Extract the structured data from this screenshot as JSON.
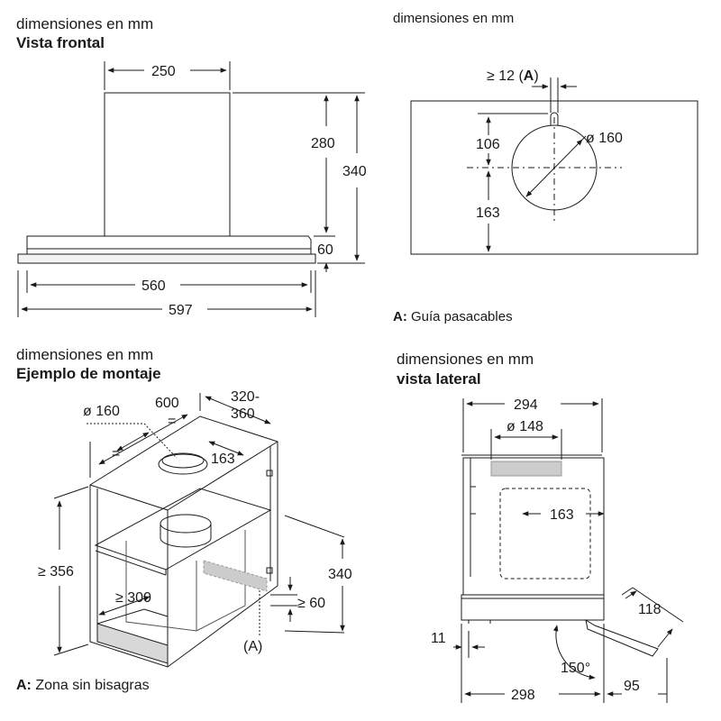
{
  "front_view": {
    "caption": "dimensiones en mm",
    "title": "Vista frontal",
    "dims": {
      "chimney_width": "250",
      "chimney_height": "280",
      "total_height": "340",
      "canopy_height": "60",
      "inner_width": "560",
      "total_width": "597"
    }
  },
  "cutout_view": {
    "caption": "dimensiones en mm",
    "dims": {
      "gap": "≥ 12 (",
      "gap_ref": "A",
      "gap_close": ")",
      "top_offset": "106",
      "diameter": "ø 160",
      "bottom_offset": "163"
    },
    "legend_key": "A:",
    "legend_text": " Guía pasacables"
  },
  "mounting_view": {
    "caption": "dimensiones en mm",
    "title": "Ejemplo de montaje",
    "dims": {
      "diameter": "ø 160",
      "cabinet_width": "600",
      "depth_line1": "320-",
      "depth_line2": "360",
      "equal_top": "=",
      "equal_side": "=",
      "hole_offset": "163",
      "min_height": "≥ 356",
      "min_depth": "≥ 300",
      "height": "340",
      "min_bottom": "≥ 60",
      "ref": "(A)"
    },
    "legend_key": "A:",
    "legend_text": " Zona sin bisagras"
  },
  "side_view": {
    "caption": "dimensiones en mm",
    "title": "vista lateral",
    "dims": {
      "top_width": "294",
      "diameter": "ø 148",
      "offset": "163",
      "flap": "118",
      "front_gap": "11",
      "angle": "150°",
      "bottom_width": "298",
      "flap_depth": "95"
    }
  }
}
